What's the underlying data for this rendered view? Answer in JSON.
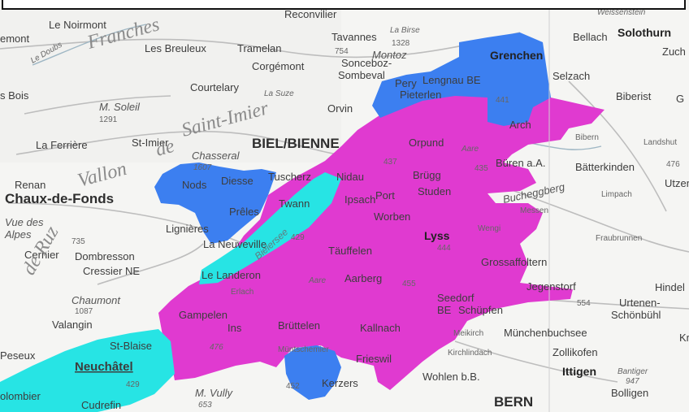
{
  "map": {
    "labels": {
      "le_noirmont": "Le Noirmont",
      "franches": "Franches",
      "reconvilier": "Reconvilier",
      "weissenstein": "Weissenstein",
      "solothurn": "Solothurn",
      "bellach": "Bellach",
      "zuch": "Zuch",
      "grenchen": "Grenchen",
      "selzach": "Selzach",
      "biberist": "Biberist",
      "g": "G",
      "mont": "emont",
      "le_doubs": "Le Doubs",
      "les_breuleux": "Les Breuleux",
      "tramelan": "Tramelan",
      "tavannes": "Tavannes",
      "la_birse": "La Birse",
      "alt_1328": "1328",
      "alt_754": "754",
      "montoz": "Montoz",
      "corgemont": "Corgémont",
      "sonceboz": "Sonceboz-",
      "sombeval": "Sombeval",
      "lengnau": "Lengnau BE",
      "pery": "Pery",
      "pieterlen": "Pieterlen",
      "alt_441": "441",
      "bois": "s Bois",
      "courtelary": "Courtelary",
      "la_suze": "La Suze",
      "orvin": "Orvin",
      "m_soleil": "M. Soleil",
      "alt_1291": "1291",
      "saint_imier_valley": "Saint-Imier",
      "arch": "Arch",
      "bibern": "Bibern",
      "landshut": "Landshut",
      "la_ferriere": "La Ferrière",
      "st_imier": "St-Imier",
      "biel_bienne": "BIEL/BIENNE",
      "orpund": "Orpund",
      "aare1": "Aare",
      "buren": "Büren a.A.",
      "batterkinden": "Bätterkinden",
      "alt_476": "476",
      "de": "de",
      "chasseral": "Chasseral",
      "alt_1607": "1607",
      "alt_437": "437",
      "alt_435": "435",
      "utzenst": "Utzenst",
      "renan": "Renan",
      "vallon": "Vallon",
      "nods": "Nods",
      "diesse": "Diesse",
      "tuscherz": "Tuscherz",
      "nidau": "Nidau",
      "brugg": "Brügg",
      "bucheggberg": "Bucheggberg",
      "chaux_de_fonds": "Chaux-de-Fonds",
      "twann": "Twann",
      "ipsach": "Ipsach",
      "port": "Port",
      "studen": "Studen",
      "limpach": "Limpach",
      "messen": "Messen",
      "vue_des": "Vue des",
      "alpes": "Alpes",
      "prelles": "Prêles",
      "worben": "Worben",
      "wengi": "Wengi",
      "lignieres": "Lignières",
      "lyss": "Lyss",
      "fraubrunnen": "Fraubrunnen",
      "alt_735": "735",
      "alt_429a": "429",
      "alt_444": "444",
      "cernier": "Cernier",
      "dombresson": "Dombresson",
      "la_neuveville": "La Neuveville",
      "taeuffelen": "Täuffelen",
      "grossaffoltern": "Grossaffoltern",
      "ruz": "de Ruz",
      "cressier": "Cressier NE",
      "bielersee": "Bielersee",
      "le_landeron": "Le Landeron",
      "aare2": "Aare",
      "aarberg": "Aarberg",
      "alt_455": "455",
      "jegenstorf": "Jegenstorf",
      "hindel": "Hindel",
      "chaumont": "Chaumont",
      "alt_1087": "1087",
      "erlach": "Erlach",
      "seedorf": "Seedorf",
      "be": "BE",
      "urtenen": "Urtenen-",
      "schonbuhl": "Schönbühl",
      "valangin": "Valangin",
      "gampelen": "Gampelen",
      "schupfen": "Schüpfen",
      "alt_554": "554",
      "ins": "Ins",
      "bruttelen": "Brüttelen",
      "kallnach": "Kallnach",
      "meikirch": "Meikirch",
      "munchenbuchsee": "Münchenbuchsee",
      "st_blaise": "St-Blaise",
      "alt_476b": "476",
      "zollikofen": "Zollikofen",
      "kr": "Kr",
      "peseux": "Peseux",
      "muntschemier": "Müntschemier",
      "frieswil": "Frieswil",
      "kirchlindach": "Kirchlindach",
      "neuchatel": "Neuchâtel",
      "ittigen": "Ittigen",
      "bantiger": "Bantiger",
      "alt_947": "947",
      "alt_429b": "429",
      "alt_452": "452",
      "kerzers": "Kerzers",
      "wohlen": "Wohlen b.B.",
      "bolligen": "Bolligen",
      "colombier": "olombier",
      "m_vully": "M. Vully",
      "alt_653": "653",
      "cudrefin": "Cudrefin",
      "bern": "BERN"
    },
    "colors": {
      "magenta": "#e03ad0",
      "blue": "#3c7ff0",
      "cyan": "#27e4e4",
      "lake": "#c6e4ea"
    }
  }
}
